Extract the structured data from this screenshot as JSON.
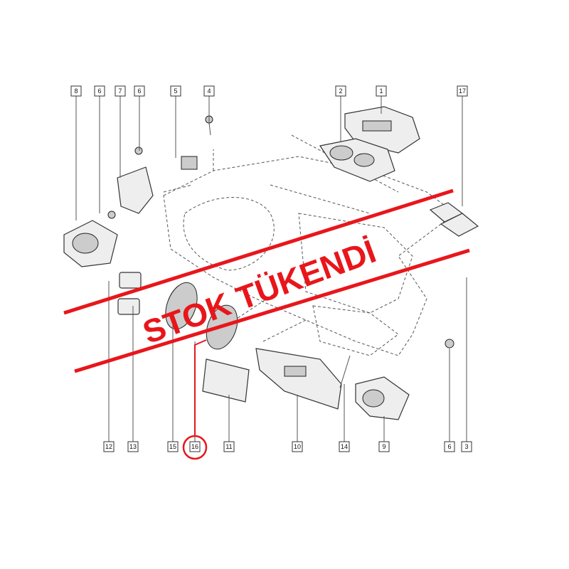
{
  "diagram": {
    "top_labels": [
      "8",
      "6",
      "7",
      "6",
      "5",
      "4",
      "2",
      "1",
      "17"
    ],
    "bottom_labels": [
      "12",
      "13",
      "15",
      "16",
      "11",
      "10",
      "14",
      "9",
      "6",
      "3"
    ],
    "highlighted_label": "16",
    "highlight_color": "#e8161b"
  },
  "overlay": {
    "text": "STOK TÜKENDİ",
    "color": "#e8161b"
  }
}
